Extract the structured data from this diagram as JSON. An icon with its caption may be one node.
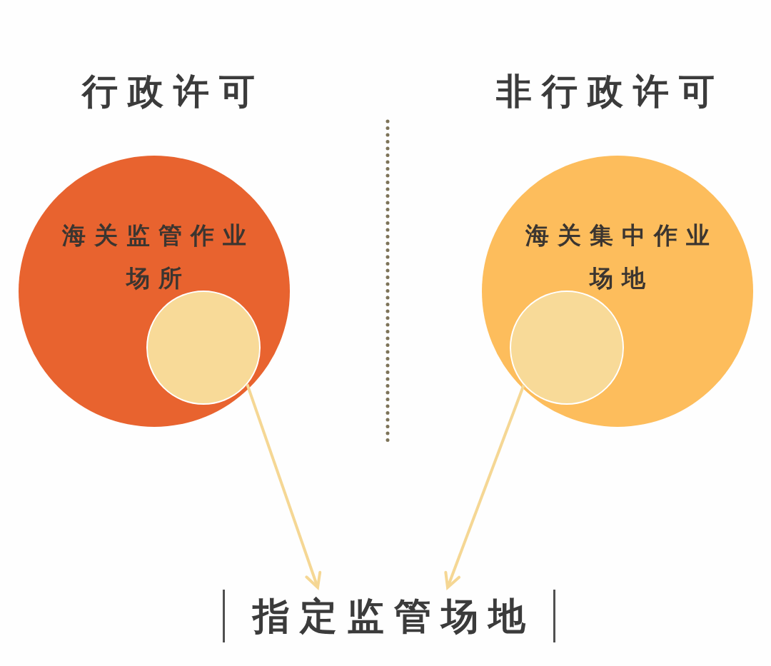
{
  "diagram": {
    "nodes": [
      {
        "text": [
          "海关监管作业场所"
        ]
      },
      {
        "text": [],
        "shape": "circle",
        "in": 0
      },
      {
        "text": [
          "海关集中作业场地"
        ]
      },
      {
        "text": [],
        "shape": "circle",
        "in": 2
      },
      {
        "text": [
          "指定监管场地"
        ]
      }
    ],
    "edges": [
      {
        "from": 1,
        "to": 4,
        "arrow": "to"
      },
      {
        "from": 3,
        "to": 4,
        "arrow": "to"
      }
    ],
    "labels": [
      "行政许可",
      "非行政许可"
    ]
  }
}
